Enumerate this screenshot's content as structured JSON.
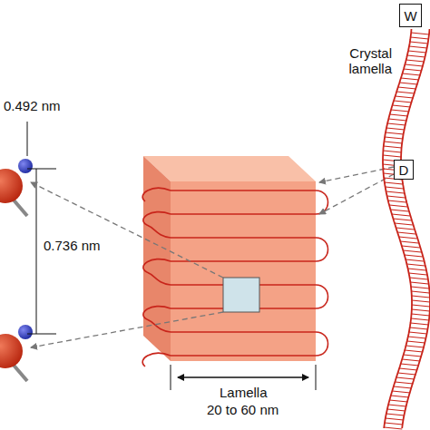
{
  "diagram": {
    "nodes": [
      {
        "text": [
          "W"
        ]
      },
      {
        "text": [
          "D"
        ]
      }
    ],
    "labels": [
      "0.492 nm",
      "0.736 nm",
      "Crystal lamella",
      "Lamella",
      "20 to 60 nm"
    ]
  }
}
